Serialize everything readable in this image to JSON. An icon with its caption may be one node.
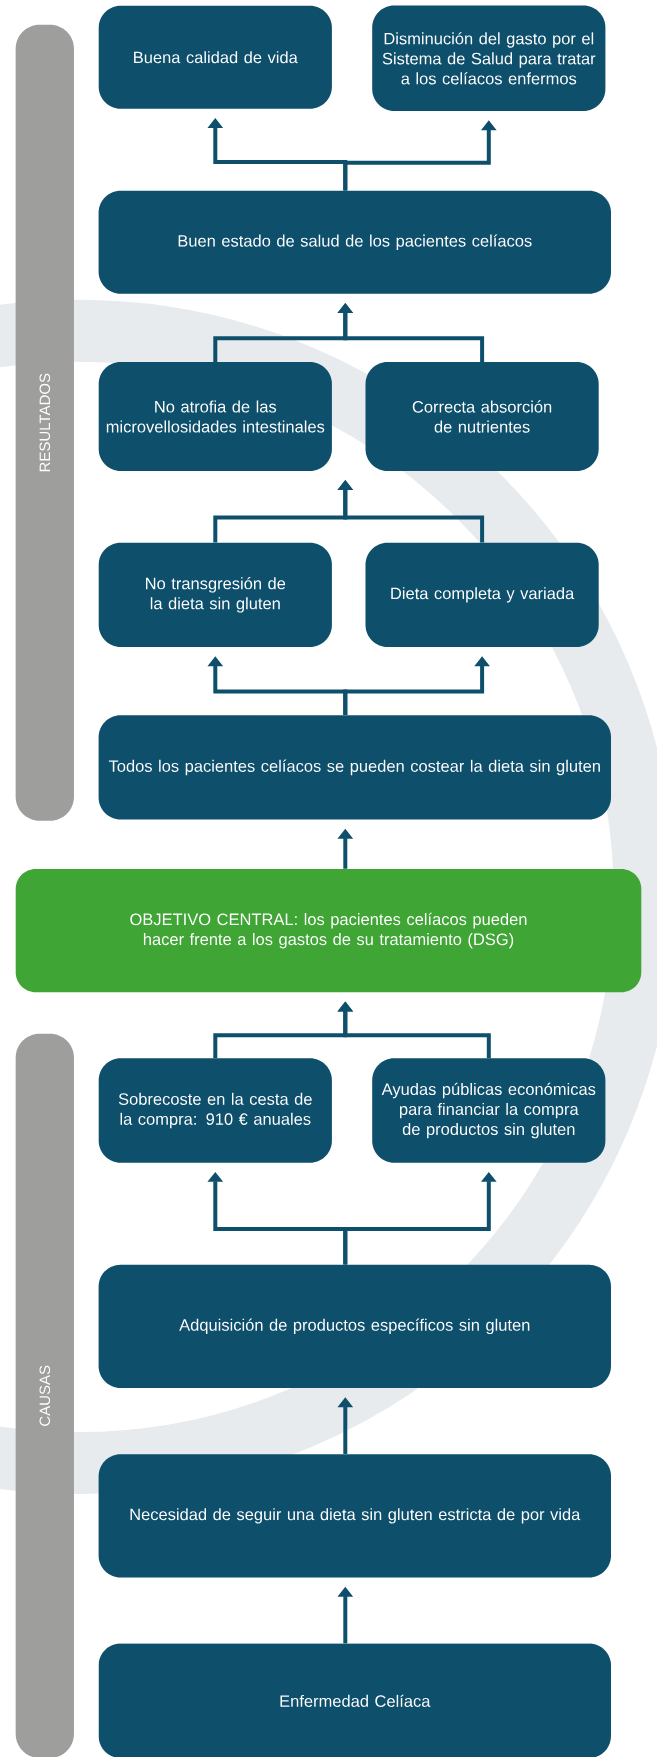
{
  "diagram": {
    "nodes": [
      {
        "text": [
          "RESULTADOS"
        ]
      },
      {
        "text": [
          "Buena calidad de vida"
        ]
      },
      {
        "text": [
          "Disminución del gasto por el Sistema de Salud para tratar a los celíacos enfermos"
        ]
      },
      {
        "text": [
          "Buen estado de salud de los pacientes celíacos"
        ]
      },
      {
        "text": [
          "No atrofia de las microvellosidades intestinales"
        ]
      },
      {
        "text": [
          "Correcta absorción de nutrientes"
        ]
      },
      {
        "text": [
          "No transgresión de la dieta sin gluten"
        ]
      },
      {
        "text": [
          "Dieta completa y variada"
        ]
      },
      {
        "text": [
          "Todos los pacientes celíacos se pueden costear la dieta sin gluten"
        ]
      },
      {
        "text": [
          "OBJETIVO CENTRAL: los pacientes celíacos pueden hacer frente a los gastos de su tratamiento (DSG)"
        ]
      },
      {
        "text": [
          "CAUSAS"
        ]
      },
      {
        "text": [
          "Sobrecoste en la cesta de la compra: 910 € anuales"
        ]
      },
      {
        "text": [
          "Ayudas públicas económicas para financiar la compra de productos sin gluten"
        ]
      },
      {
        "text": [
          "Adquisición de productos específicos sin gluten"
        ]
      },
      {
        "text": [
          "Necesidad de seguir una dieta sin gluten estricta de por vida"
        ]
      },
      {
        "text": [
          "Enfermedad Celíaca"
        ]
      }
    ],
    "edges": [
      {
        "from": 3,
        "to": 1,
        "arrow": "to"
      },
      {
        "from": 3,
        "to": 2,
        "arrow": "to"
      },
      {
        "from": 4,
        "to": 3,
        "arrow": "to"
      },
      {
        "from": 5,
        "to": 3,
        "arrow": "to"
      },
      {
        "from": 6,
        "to": null,
        "arrow": "to"
      },
      {
        "from": 7,
        "to": null,
        "arrow": "to"
      },
      {
        "from": 8,
        "to": 6,
        "arrow": "to"
      },
      {
        "from": 8,
        "to": 7,
        "arrow": "to"
      },
      {
        "from": 9,
        "to": 8,
        "arrow": "to"
      },
      {
        "from": 11,
        "to": 9,
        "arrow": "to"
      },
      {
        "from": 12,
        "to": 9,
        "arrow": "to"
      },
      {
        "from": 13,
        "to": 11,
        "arrow": "to"
      },
      {
        "from": 13,
        "to": 12,
        "arrow": "to"
      },
      {
        "from": 14,
        "to": 13,
        "arrow": "to"
      },
      {
        "from": 15,
        "to": 14,
        "arrow": "to"
      }
    ]
  }
}
